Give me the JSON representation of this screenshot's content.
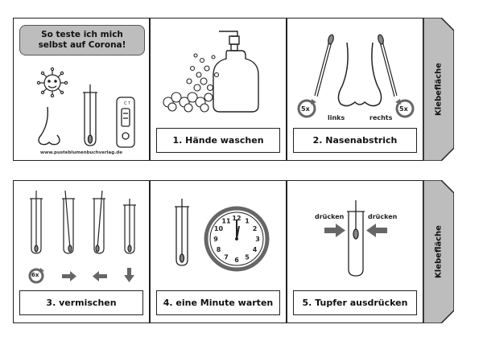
{
  "strip1": {
    "title_line1": "So teste ich mich",
    "title_line2": "selbst auf Corona!",
    "website": "www.pusteblumenbuchverlag.de",
    "step1": "1. Hände waschen",
    "step2": "2. Nasenabstrich",
    "links": "links",
    "rechts": "rechts",
    "count_left": "5x",
    "count_right": "5x",
    "tab": "Klebefläche"
  },
  "strip2": {
    "step3": "3. vermischen",
    "count": "6x",
    "step4": "4. eine Minute warten",
    "step5": "5. Tupfer ausdrücken",
    "druecken_left": "drücken",
    "druecken_right": "drücken",
    "tab": "Klebefläche"
  },
  "clock_numbers": [
    "12",
    "1",
    "2",
    "3",
    "4",
    "5",
    "6",
    "7",
    "8",
    "9",
    "10",
    "11"
  ]
}
